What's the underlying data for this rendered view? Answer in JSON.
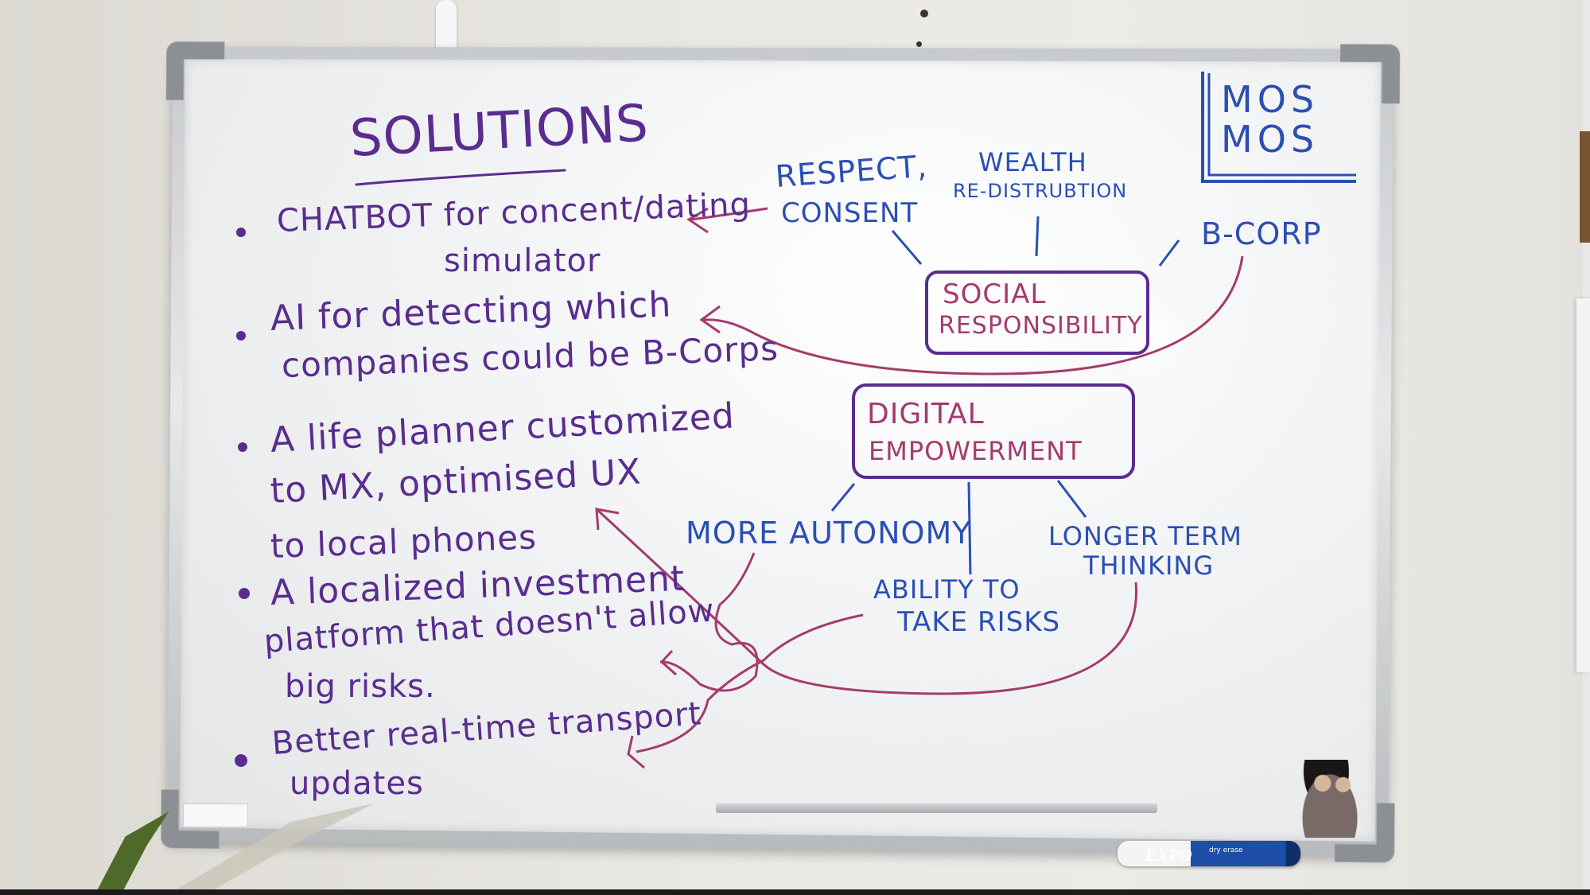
{
  "heading": "SOLUTIONS",
  "solutions": [
    {
      "lines": [
        "CHATBOT for concent/dating",
        "simulator"
      ]
    },
    {
      "lines": [
        "AI for detecting which",
        "companies could be B-Corps"
      ]
    },
    {
      "lines": [
        "A life planner customized",
        "to MX, optimised UX",
        "to local phones"
      ]
    },
    {
      "lines": [
        "A localized investment",
        "platform that doesn't allow",
        "big risks."
      ]
    },
    {
      "lines": [
        "Better real-time transport",
        "updates"
      ]
    }
  ],
  "mos_box": [
    "MOS",
    "MOS"
  ],
  "social_node": {
    "label_lines": [
      "SOCIAL",
      "RESPONSIBILITY"
    ]
  },
  "social_branches": [
    {
      "lines": [
        "RESPECT,",
        "CONSENT"
      ]
    },
    {
      "lines": [
        "WEALTH",
        "RE-DISTRUBTION"
      ]
    },
    {
      "lines": [
        "B-CORP"
      ]
    }
  ],
  "digital_node": {
    "label_lines": [
      "DIGITAL",
      "EMPOWERMENT"
    ]
  },
  "digital_branches": [
    {
      "lines": [
        "MORE AUTONOMY"
      ]
    },
    {
      "lines": [
        "ABILITY TO",
        "TAKE RISKS"
      ]
    },
    {
      "lines": [
        "LONGER TERM",
        "THINKING"
      ]
    }
  ],
  "marker": {
    "brand": "EXPO",
    "note": "dry erase"
  },
  "colors": {
    "purple_ink": "#5a2c8f",
    "blue_ink": "#2b4fb3",
    "pink_ink": "#a43b6e",
    "board_surface": "#f2f3f4",
    "frame": "#c7cacd"
  }
}
